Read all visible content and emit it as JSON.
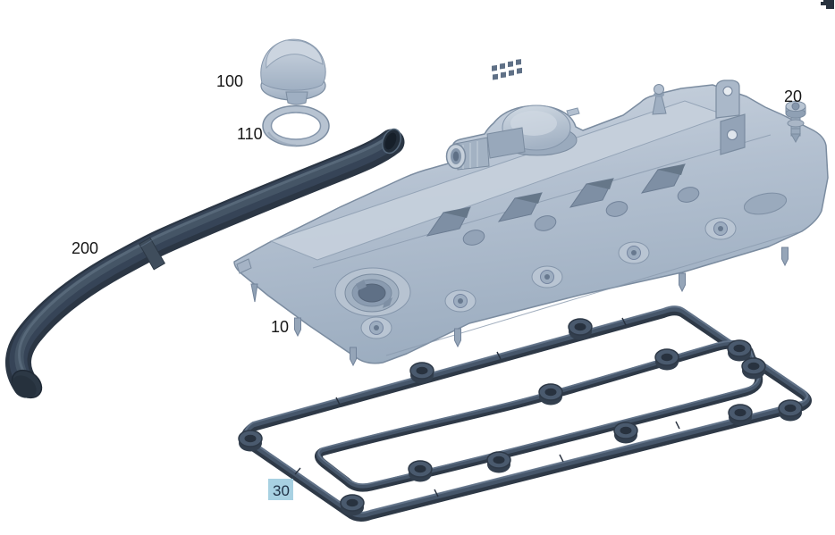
{
  "app": {
    "background": "#ffffff",
    "corner_icon": "clipped-dark-glyph"
  },
  "diagram": {
    "kind": "exploded-parts-diagram",
    "callouts": [
      {
        "label": "100",
        "selected": false
      },
      {
        "label": "110",
        "selected": false
      },
      {
        "label": "200",
        "selected": false
      },
      {
        "label": "10",
        "selected": false
      },
      {
        "label": "20",
        "selected": false
      },
      {
        "label": "30",
        "selected": true
      }
    ],
    "selected_label": "30",
    "colors": {
      "part_light": "#ccd5e0",
      "part_mid": "#b3c0d0",
      "part_shade": "#94a4b8",
      "part_outline": "#7b8ca0",
      "hose_dark": "#2f3b48",
      "gasket_dark": "#2e3947",
      "callout_text": "#161616",
      "selection_highlight": "#a8d1e2",
      "selected_text": "#203246"
    }
  }
}
